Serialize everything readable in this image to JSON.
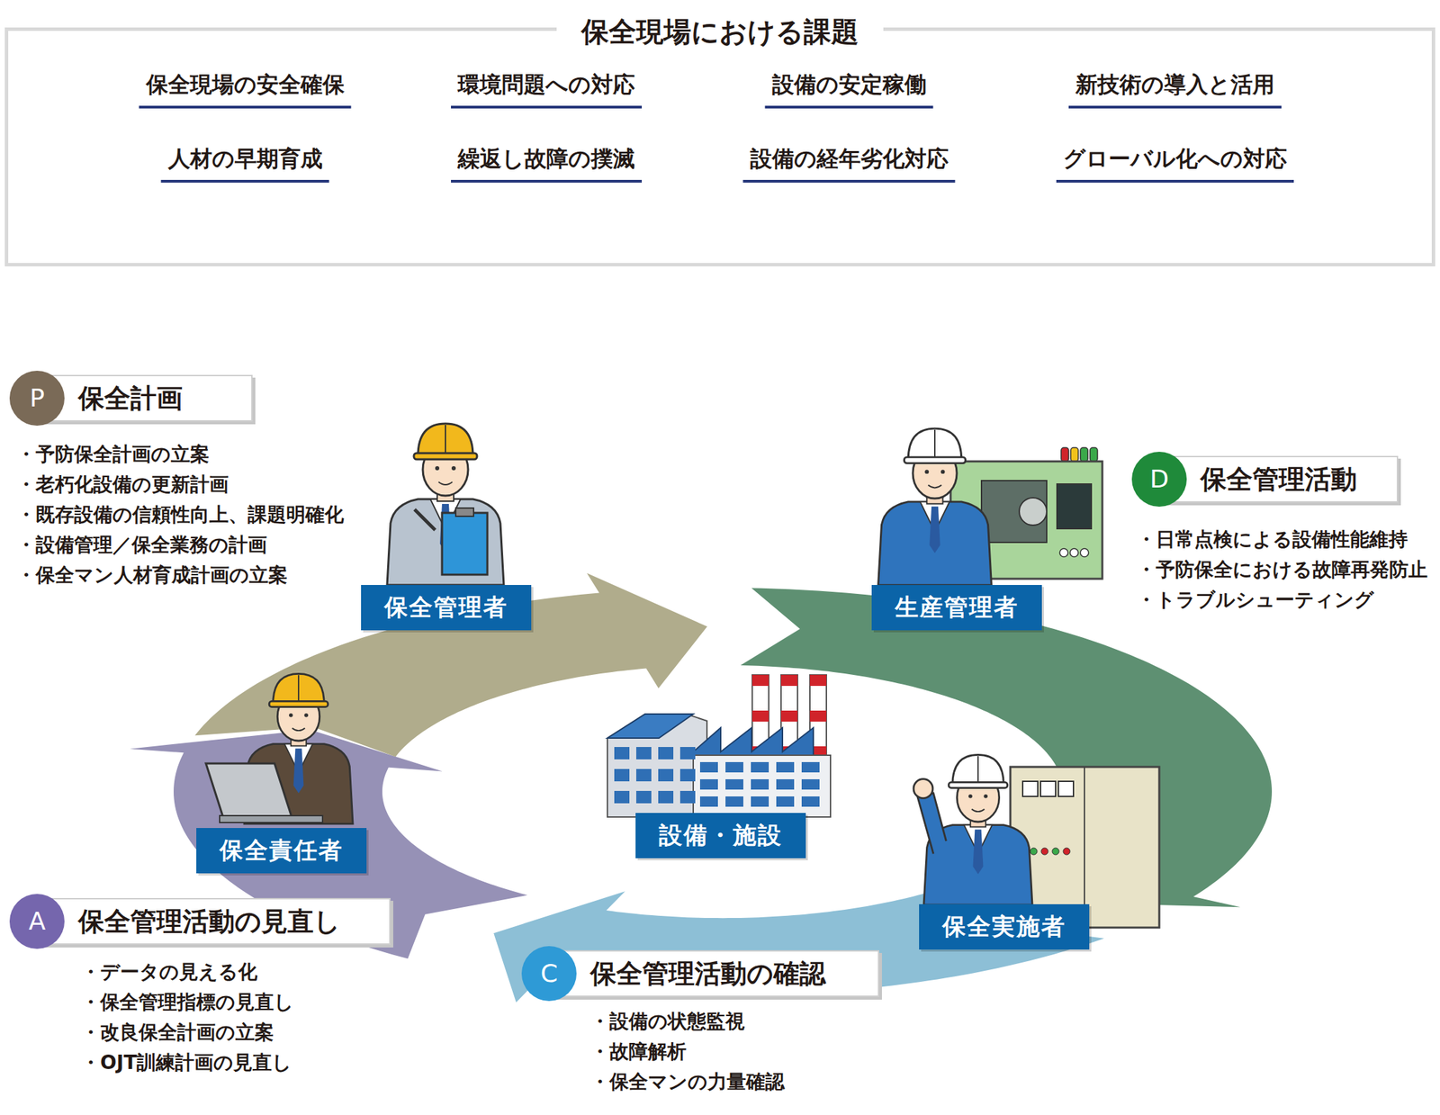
{
  "diagram": {
    "nodes": [
      {
        "text": [
          "保全現場における課題"
        ]
      },
      {
        "text": [
          "保全現場の安全確保"
        ],
        "in": 0
      },
      {
        "text": [
          "環境問題への対応"
        ],
        "in": 0
      },
      {
        "text": [
          "設備の安定稼働"
        ],
        "in": 0
      },
      {
        "text": [
          "新技術の導入と活用"
        ],
        "in": 0
      },
      {
        "text": [
          "人材の早期育成"
        ],
        "in": 0
      },
      {
        "text": [
          "繰返し故障の撲滅"
        ],
        "in": 0
      },
      {
        "text": [
          "設備の経年劣化対応"
        ],
        "in": 0
      },
      {
        "text": [
          "グローバル化への対応"
        ],
        "in": 0
      },
      {
        "text": [
          "P",
          "保全計画",
          "・予防保全計画の立案",
          "・老朽化設備の更新計画",
          "・既存設備の信頼性向上、課題明確化",
          "・設備管理／保全業務の計画",
          "・保全マン人材育成計画の立案"
        ]
      },
      {
        "text": [
          "保全管理者"
        ]
      },
      {
        "text": [
          "生産管理者"
        ]
      },
      {
        "text": [
          "D",
          "保全管理活動",
          "・日常点検による設備性能維持",
          "・予防保全における故障再発防止",
          "・トラブルシューティング"
        ]
      },
      {
        "text": [
          "設備・施設"
        ]
      },
      {
        "text": [
          "保全責任者"
        ]
      },
      {
        "text": [
          "保全実施者"
        ]
      },
      {
        "text": [
          "A",
          "保全管理活動の見直し",
          "・データの見える化",
          "・保全管理指標の見直し",
          "・改良保全計画の立案",
          "・OJT訓練計画の見直し"
        ]
      },
      {
        "text": [
          "C",
          "保全管理活動の確認",
          "・設備の状態監視",
          "・故障解析",
          "・保全マンの力量確認"
        ]
      }
    ]
  }
}
